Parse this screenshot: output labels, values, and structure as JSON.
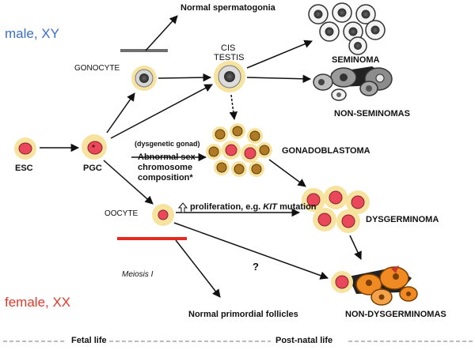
{
  "labels": {
    "male": "male, XY",
    "female": "female, XX",
    "normal_spermatogonia": "Normal spermatogonia",
    "cis_1": "CIS",
    "cis_2": "TESTIS",
    "gonocyte": "GONOCYTE",
    "seminoma": "SEMINOMA",
    "non_seminomas": "NON-SEMINOMAS",
    "esc": "ESC",
    "pgc": "PGC",
    "dysgenetic": "(dysgenetic gonad)",
    "abnormal_1": "Abnormal sex",
    "abnormal_2": "chromosome",
    "abnormal_3": "composition*",
    "gonadoblastoma": "GONADOBLASTOMA",
    "oocyte": "OOCYTE",
    "proliferation_1": "proliferation, e.g. ",
    "proliferation_kit": "KIT",
    "proliferation_2": " mutation",
    "dysgerminoma": "DYSGERMINOMA",
    "meiosis": "Meiosis I",
    "question": "?",
    "normal_follicles": "Normal primordial follicles",
    "non_dysgerminomas": "NON-DYSGERMINOMAS",
    "fetal_life": "Fetal life",
    "postnatal_life": "Post-natal life"
  },
  "colors": {
    "male": "#3a6fc9",
    "female": "#e03a2a",
    "cytoplasm": "#f7e3a0",
    "nucleus": "#e8485a",
    "gray_cell": "#b5b5b5",
    "dark_gray": "#555555",
    "brown_cell": "#b07a24",
    "orange_cell": "#f08a22"
  },
  "icons": [
    "up-arrow-icon"
  ]
}
